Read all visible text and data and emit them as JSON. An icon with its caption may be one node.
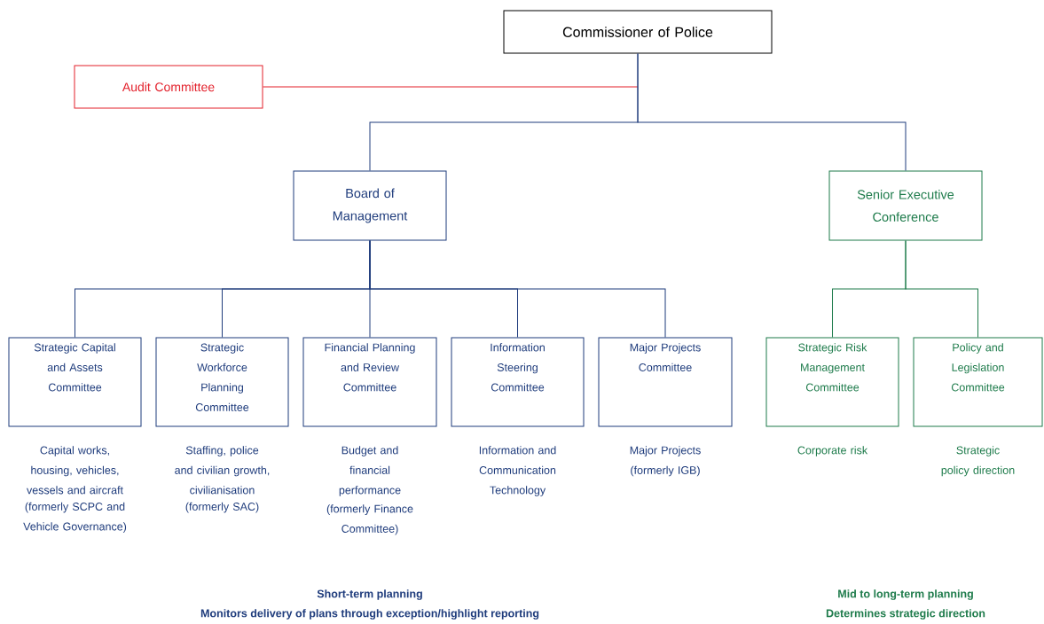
{
  "diagram": {
    "nodes": [
      {
        "text": [
          "Commissioner of Police"
        ]
      },
      {
        "text": [
          "Audit Committee"
        ]
      },
      {
        "text": [
          "Board of Management"
        ]
      },
      {
        "text": [
          "Senior Executive Conference"
        ]
      },
      {
        "text": [
          "Strategic Capital and Assets Committee"
        ],
        "beside": [
          "Capital works, housing, vehicles, vessels and aircraft",
          "(formerly SCPC and Vehicle Governance)"
        ]
      },
      {
        "text": [
          "Strategic Workforce Planning Committee"
        ],
        "beside": [
          "Staffing, police and civilian growth, civilianisation",
          "(formerly SAC)"
        ]
      },
      {
        "text": [
          "Financial Planning and Review Committee"
        ],
        "beside": [
          "Budget and financial performance",
          "(formerly Finance Committee)"
        ]
      },
      {
        "text": [
          "Information Steering Committee"
        ],
        "beside": [
          "Information and Communication Technology"
        ]
      },
      {
        "text": [
          "Major Projects Committee"
        ],
        "beside": [
          "Major Projects (formerly IGB)"
        ]
      },
      {
        "text": [
          "Strategic Risk Management Committee"
        ],
        "beside": [
          "Corporate risk"
        ]
      },
      {
        "text": [
          "Policy and Legislation Committee"
        ],
        "beside": [
          "Strategic policy direction"
        ]
      }
    ],
    "edges": [
      {
        "from": 1,
        "to": 0,
        "arrow": "none",
        "color": "#e3202b"
      },
      {
        "from": 0,
        "to": 2,
        "arrow": "none"
      },
      {
        "from": 0,
        "to": 3,
        "arrow": "none"
      },
      {
        "from": 2,
        "to": 4,
        "arrow": "none"
      },
      {
        "from": 2,
        "to": 5,
        "arrow": "none"
      },
      {
        "from": 2,
        "to": 6,
        "arrow": "none"
      },
      {
        "from": 2,
        "to": 7,
        "arrow": "none"
      },
      {
        "from": 2,
        "to": 8,
        "arrow": "none"
      },
      {
        "from": 3,
        "to": 9,
        "arrow": "none",
        "color": "#1e7b4b"
      },
      {
        "from": 3,
        "to": 10,
        "arrow": "none",
        "color": "#1e7b4b"
      }
    ],
    "labels": [
      "Short-term planning",
      "Monitors delivery of plans through exception/highlight reporting",
      "Mid to long-term planning",
      "Determines strategic direction"
    ]
  }
}
